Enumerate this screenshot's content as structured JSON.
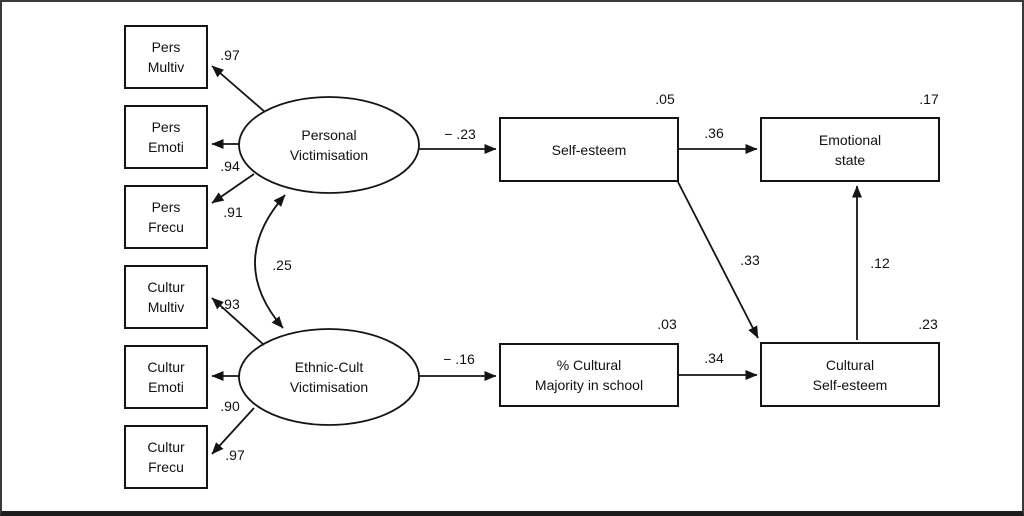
{
  "diagram": {
    "type": "sem-path-diagram",
    "nodes": {
      "pers_multiv": {
        "line1": "Pers",
        "line2": "Multiv"
      },
      "pers_emoti": {
        "line1": "Pers",
        "line2": "Emoti"
      },
      "pers_frecu": {
        "line1": "Pers",
        "line2": "Frecu"
      },
      "cultur_multiv": {
        "line1": "Cultur",
        "line2": "Multiv"
      },
      "cultur_emoti": {
        "line1": "Cultur",
        "line2": "Emoti"
      },
      "cultur_frecu": {
        "line1": "Cultur",
        "line2": "Frecu"
      },
      "personal_victimisation": {
        "line1": "Personal",
        "line2": "Victimisation"
      },
      "ethnic_cult_victimisation": {
        "line1": "Ethnic-Cult",
        "line2": "Victimisation"
      },
      "self_esteem": {
        "line1": "Self-esteem"
      },
      "emotional_state": {
        "line1": "Emotional",
        "line2": "state"
      },
      "cultural_majority": {
        "line1": "% Cultural",
        "line2": "Majority in school"
      },
      "cultural_self_esteem": {
        "line1": "Cultural",
        "line2": "Self-esteem"
      }
    },
    "loadings": {
      "pers_multiv": ".97",
      "pers_emoti": ".94",
      "pers_frecu": ".91",
      "cultur_multiv": ".93",
      "cultur_emoti": ".90",
      "cultur_frecu": ".97"
    },
    "covariance": ".25",
    "paths": {
      "pv_to_selfesteem": "− .23",
      "ecv_to_majority": "− .16",
      "selfesteem_to_emotional": ".36",
      "majority_to_culturalse": ".34",
      "selfesteem_to_culturalse": ".33",
      "culturalse_to_emotional": ".12"
    },
    "r2": {
      "self_esteem": ".05",
      "emotional_state": ".17",
      "cultural_majority": ".03",
      "cultural_self_esteem": ".23"
    },
    "colors": {
      "line": "#141414",
      "background": "#ffffff"
    }
  }
}
